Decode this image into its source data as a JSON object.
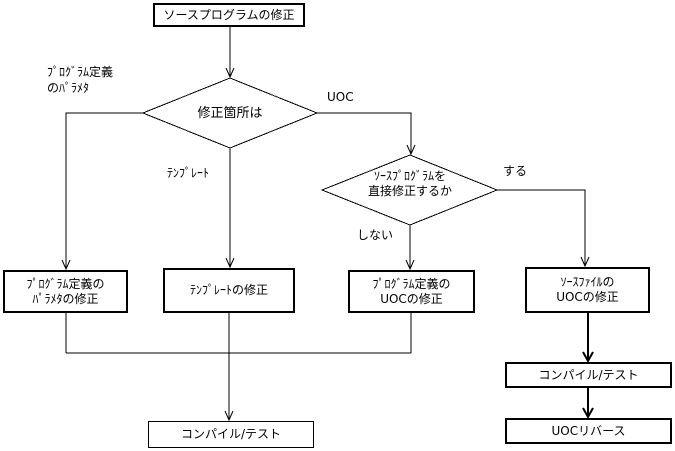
{
  "colors": {
    "background": "#ffffff",
    "line": "#000000",
    "box_fill": "#ffffff",
    "text": "#000000"
  },
  "flowchart": {
    "nodes": {
      "start": {
        "label": "ソースプログラムの修正"
      },
      "decision_fix_location": {
        "label": "修正箇所は"
      },
      "decision_direct_fix": {
        "line1": "ｿｰｽﾌﾟﾛｸﾞﾗﾑを",
        "line2": "直接修正するか"
      },
      "fix_param": {
        "line1": "ﾌﾟﾛｸﾞﾗﾑ定義の",
        "line2": "ﾊﾟﾗﾒﾀの修正"
      },
      "fix_template": {
        "label": "ﾃﾝﾌﾟﾚｰﾄの修正"
      },
      "fix_def_uoc": {
        "line1": "ﾌﾟﾛｸﾞﾗﾑ定義の",
        "line2": "UOCの修正"
      },
      "fix_src_uoc": {
        "line1": "ｿｰｽﾌｧｲﾙの",
        "line2": "UOCの修正"
      },
      "compile_test_left": {
        "label": "コンパイル/テスト"
      },
      "compile_test_right": {
        "label": "コンパイル/テスト"
      },
      "uoc_reverse": {
        "label": "UOCリバース"
      }
    },
    "edge_labels": {
      "param": {
        "line1": "ﾌﾟﾛｸﾞﾗﾑ定義",
        "line2": "のﾊﾟﾗﾒﾀ"
      },
      "template": "ﾃﾝﾌﾟﾚｰﾄ",
      "uoc": "UOC",
      "do_fix": "する",
      "dont_fix": "しない"
    }
  }
}
